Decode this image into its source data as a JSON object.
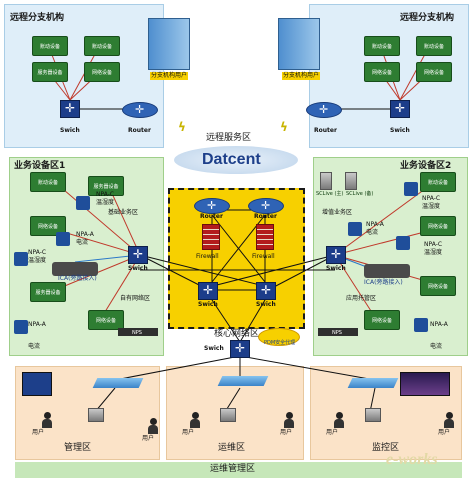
{
  "branch_left": {
    "title": "远程分支机构",
    "building_label": "分支机构用户",
    "router_label": "Router",
    "switch_label": "Swich",
    "dev1": "账动设备",
    "dev2": "账动设备",
    "dev3": "服务器设备",
    "dev4": "网络设备"
  },
  "branch_right": {
    "title": "远程分支机构",
    "building_label": "分支机构用户",
    "router_label": "Router",
    "switch_label": "Swich",
    "dev1": "账动设备",
    "dev2": "账动设备",
    "dev3": "网络设备",
    "dev4": "网络设备"
  },
  "remote_service_zone": "远程服务区",
  "brand": "Datcent",
  "business_zone_1": {
    "title": "业务设备区1",
    "npa_c": "NPA-C",
    "npa_a": "NPA-A",
    "humidity": "温湿度",
    "current": "电流",
    "base_biz": "基础业务区",
    "self_net": "自有网络区",
    "ica": "ICA(旁路接入)",
    "switch_label": "Swich",
    "nps": "NPS",
    "dev_a": "账动设备",
    "dev_b": "网络设备",
    "dev_c": "服务器设备",
    "dev_d": "服务器设备",
    "dev_e": "网络设备"
  },
  "business_zone_2": {
    "title": "业务设备区2",
    "npa_c": "NPA-C",
    "npa_a": "NPA-A",
    "humidity": "温湿度",
    "current": "电流",
    "value_added": "增值业务区",
    "app_hosting": "应用托管区",
    "ica": "ICA(旁路接入)",
    "switch_label": "Swich",
    "nps": "NPS",
    "dev_a": "账动设备",
    "dev_b": "网络设备",
    "dev_c": "网络设备",
    "dev_d": "网络设备",
    "scl1": "SCLive (主)",
    "scl2": "SCLive (备)"
  },
  "core": {
    "router1": "Router",
    "router2": "Router",
    "firewall1": "Firewall",
    "firewall2": "Firewall",
    "switch1": "Swich",
    "switch2": "Swich",
    "label": "核心网络区",
    "core_switch": "Swich",
    "mgmt_tag": "PDM安全代理"
  },
  "bottom": {
    "mgmt": "管理区",
    "ops": "运维区",
    "monitor": "监控区",
    "footer": "运维管理区",
    "user": "用户"
  },
  "watermark": "e-works",
  "colors": {
    "green_zone": "#d9efcf",
    "blue_zone": "#dfeef9",
    "core_bg": "#f7d000",
    "bottom_zone": "#fbe3c8",
    "footer": "#c6e7b9",
    "link_red": "#c0392b",
    "link_black": "#111111",
    "link_blue": "#2b78c8"
  }
}
